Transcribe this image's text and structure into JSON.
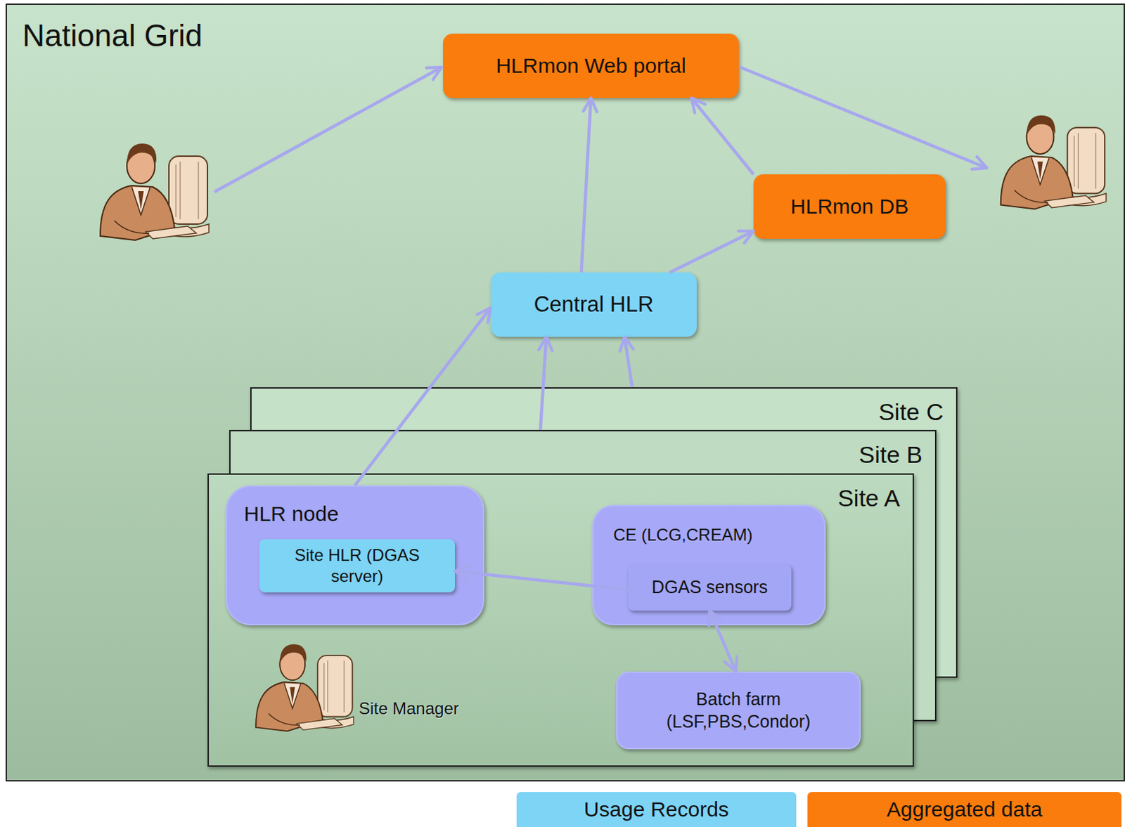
{
  "diagram": {
    "nodes": [
      {
        "text": [
          "National Grid"
        ]
      },
      {
        "text": [
          "HLRmon Web portal"
        ],
        "in": 0
      },
      {
        "text": [
          "HLRmon DB"
        ],
        "in": 0
      },
      {
        "text": [
          "Central HLR"
        ],
        "in": 0
      },
      {
        "text": [
          "Site C"
        ],
        "in": 0
      },
      {
        "text": [
          "Site B"
        ],
        "in": 0
      },
      {
        "text": [
          "Site A"
        ],
        "in": 0
      },
      {
        "text": [
          "HLR node"
        ],
        "in": 6
      },
      {
        "text": [
          "Site HLR (DGAS server)"
        ],
        "in": 7
      },
      {
        "text": [
          "CE (LCG,CREAM)"
        ],
        "in": 6
      },
      {
        "text": [
          "DGAS sensors"
        ],
        "in": 9
      },
      {
        "text": [
          "Batch farm (LSF,PBS,Condor)"
        ],
        "in": 6
      }
    ],
    "edges": [
      {
        "from": 7,
        "to": 3,
        "arrow": "to"
      },
      {
        "from": 5,
        "to": 3,
        "arrow": "to"
      },
      {
        "from": 4,
        "to": 3,
        "arrow": "to"
      },
      {
        "from": 3,
        "to": 1,
        "arrow": "to"
      },
      {
        "from": 3,
        "to": 2,
        "arrow": "to"
      },
      {
        "from": 2,
        "to": 1,
        "arrow": "to"
      },
      {
        "from": 10,
        "to": 8,
        "arrow": "to"
      },
      {
        "from": 10,
        "to": 11,
        "arrow": "both"
      }
    ],
    "labels": [
      "Site Manager"
    ],
    "legend": [
      {
        "text": "Usage Records",
        "color": "#7dd4f5"
      },
      {
        "text": "Aggregated data",
        "color": "#fa7c0c"
      }
    ]
  }
}
